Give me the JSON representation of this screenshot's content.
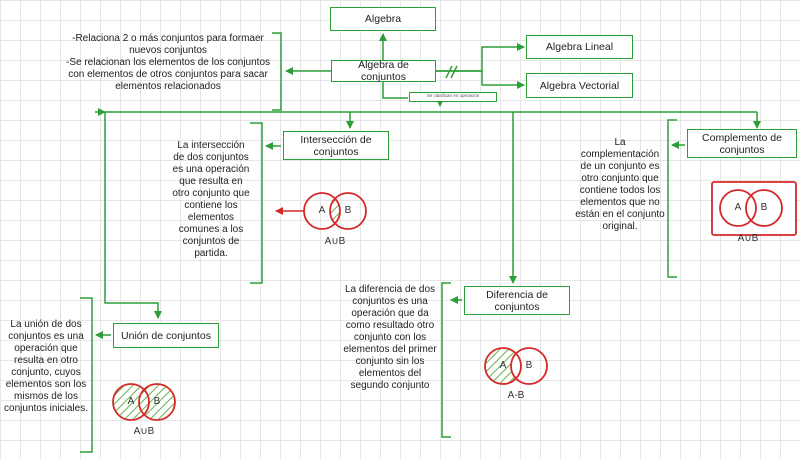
{
  "colors": {
    "line": "#2e9e3a",
    "red": "#d62828",
    "hatch": "#6ab04c"
  },
  "nodes": {
    "algebra": "Algebra",
    "algebra_conjuntos": "Algebra de conjuntos",
    "algebra_lineal": "Algebra Lineal",
    "algebra_vectorial": "Algebra Vectorial",
    "interseccion": "Intersección de conjuntos",
    "complemento": "Complemento de conjuntos",
    "diferencia": "Diferencia de conjuntos",
    "union": "Unión de conjuntos"
  },
  "tiny_label": "Se clasifican en operación",
  "notes": {
    "intro": "-Relaciona 2 o más conjuntos para formaer nuevos conjuntos\n-Se relacionan los elementos de los conjuntos con elementos de otros conjuntos para sacar elementos relacionados",
    "interseccion": "La intersección de dos conjuntos es una operación que resulta en otro conjunto que contiene los elementos comunes a los conjuntos de partida.",
    "complemento": "La complementación de un conjunto es otro conjunto que contiene todos los elementos que no están en el conjunto original.",
    "diferencia": "La diferencia de dos conjuntos es una operación que da como resultado otro conjunto con los elementos del primer conjunto sin los elementos del segundo conjunto",
    "union": "La unión de dos conjuntos es una operación que resulta en otro conjunto, cuyos elementos son los mismos de los conjuntos iniciales."
  },
  "venn": {
    "a": "A",
    "b": "B",
    "cap_interseccion": "A∪B",
    "cap_complemento": "A∪B",
    "cap_diferencia": "A-B",
    "cap_union": "A∪B"
  }
}
